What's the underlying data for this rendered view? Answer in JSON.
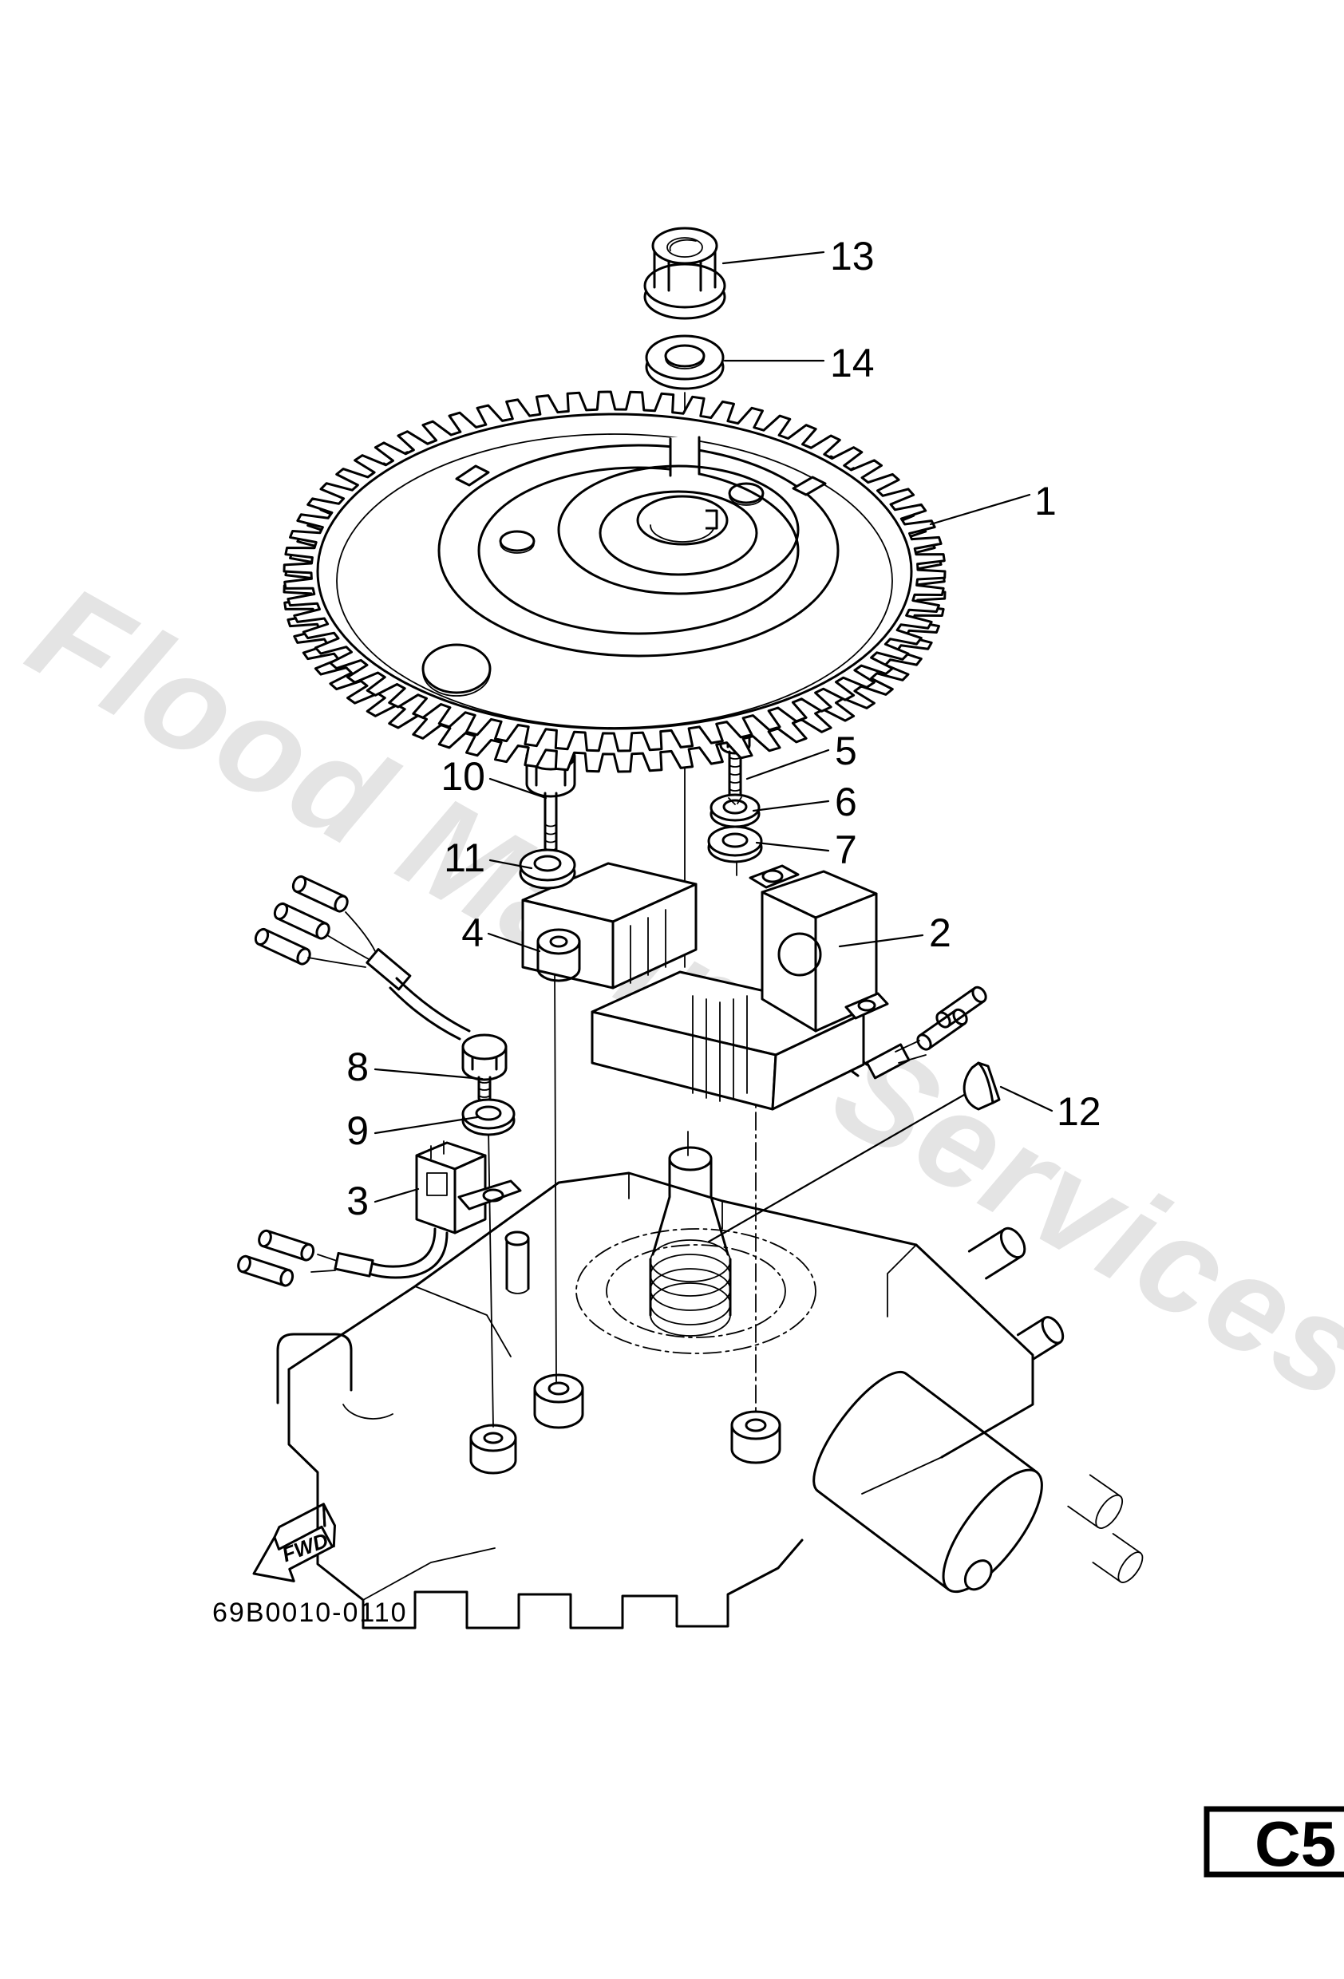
{
  "watermark": "Flood Marine Services",
  "drawing_code": "69B0010-0110",
  "page_code": "C5",
  "fwd_label": "FWD",
  "colors": {
    "line": "#000000",
    "background": "#ffffff",
    "watermark": "#e4e4e4"
  },
  "callouts": [
    {
      "label": "1"
    },
    {
      "label": "2"
    },
    {
      "label": "3"
    },
    {
      "label": "4"
    },
    {
      "label": "5"
    },
    {
      "label": "6"
    },
    {
      "label": "7"
    },
    {
      "label": "8"
    },
    {
      "label": "9"
    },
    {
      "label": "10"
    },
    {
      "label": "11"
    },
    {
      "label": "12"
    },
    {
      "label": "13"
    },
    {
      "label": "14"
    }
  ]
}
